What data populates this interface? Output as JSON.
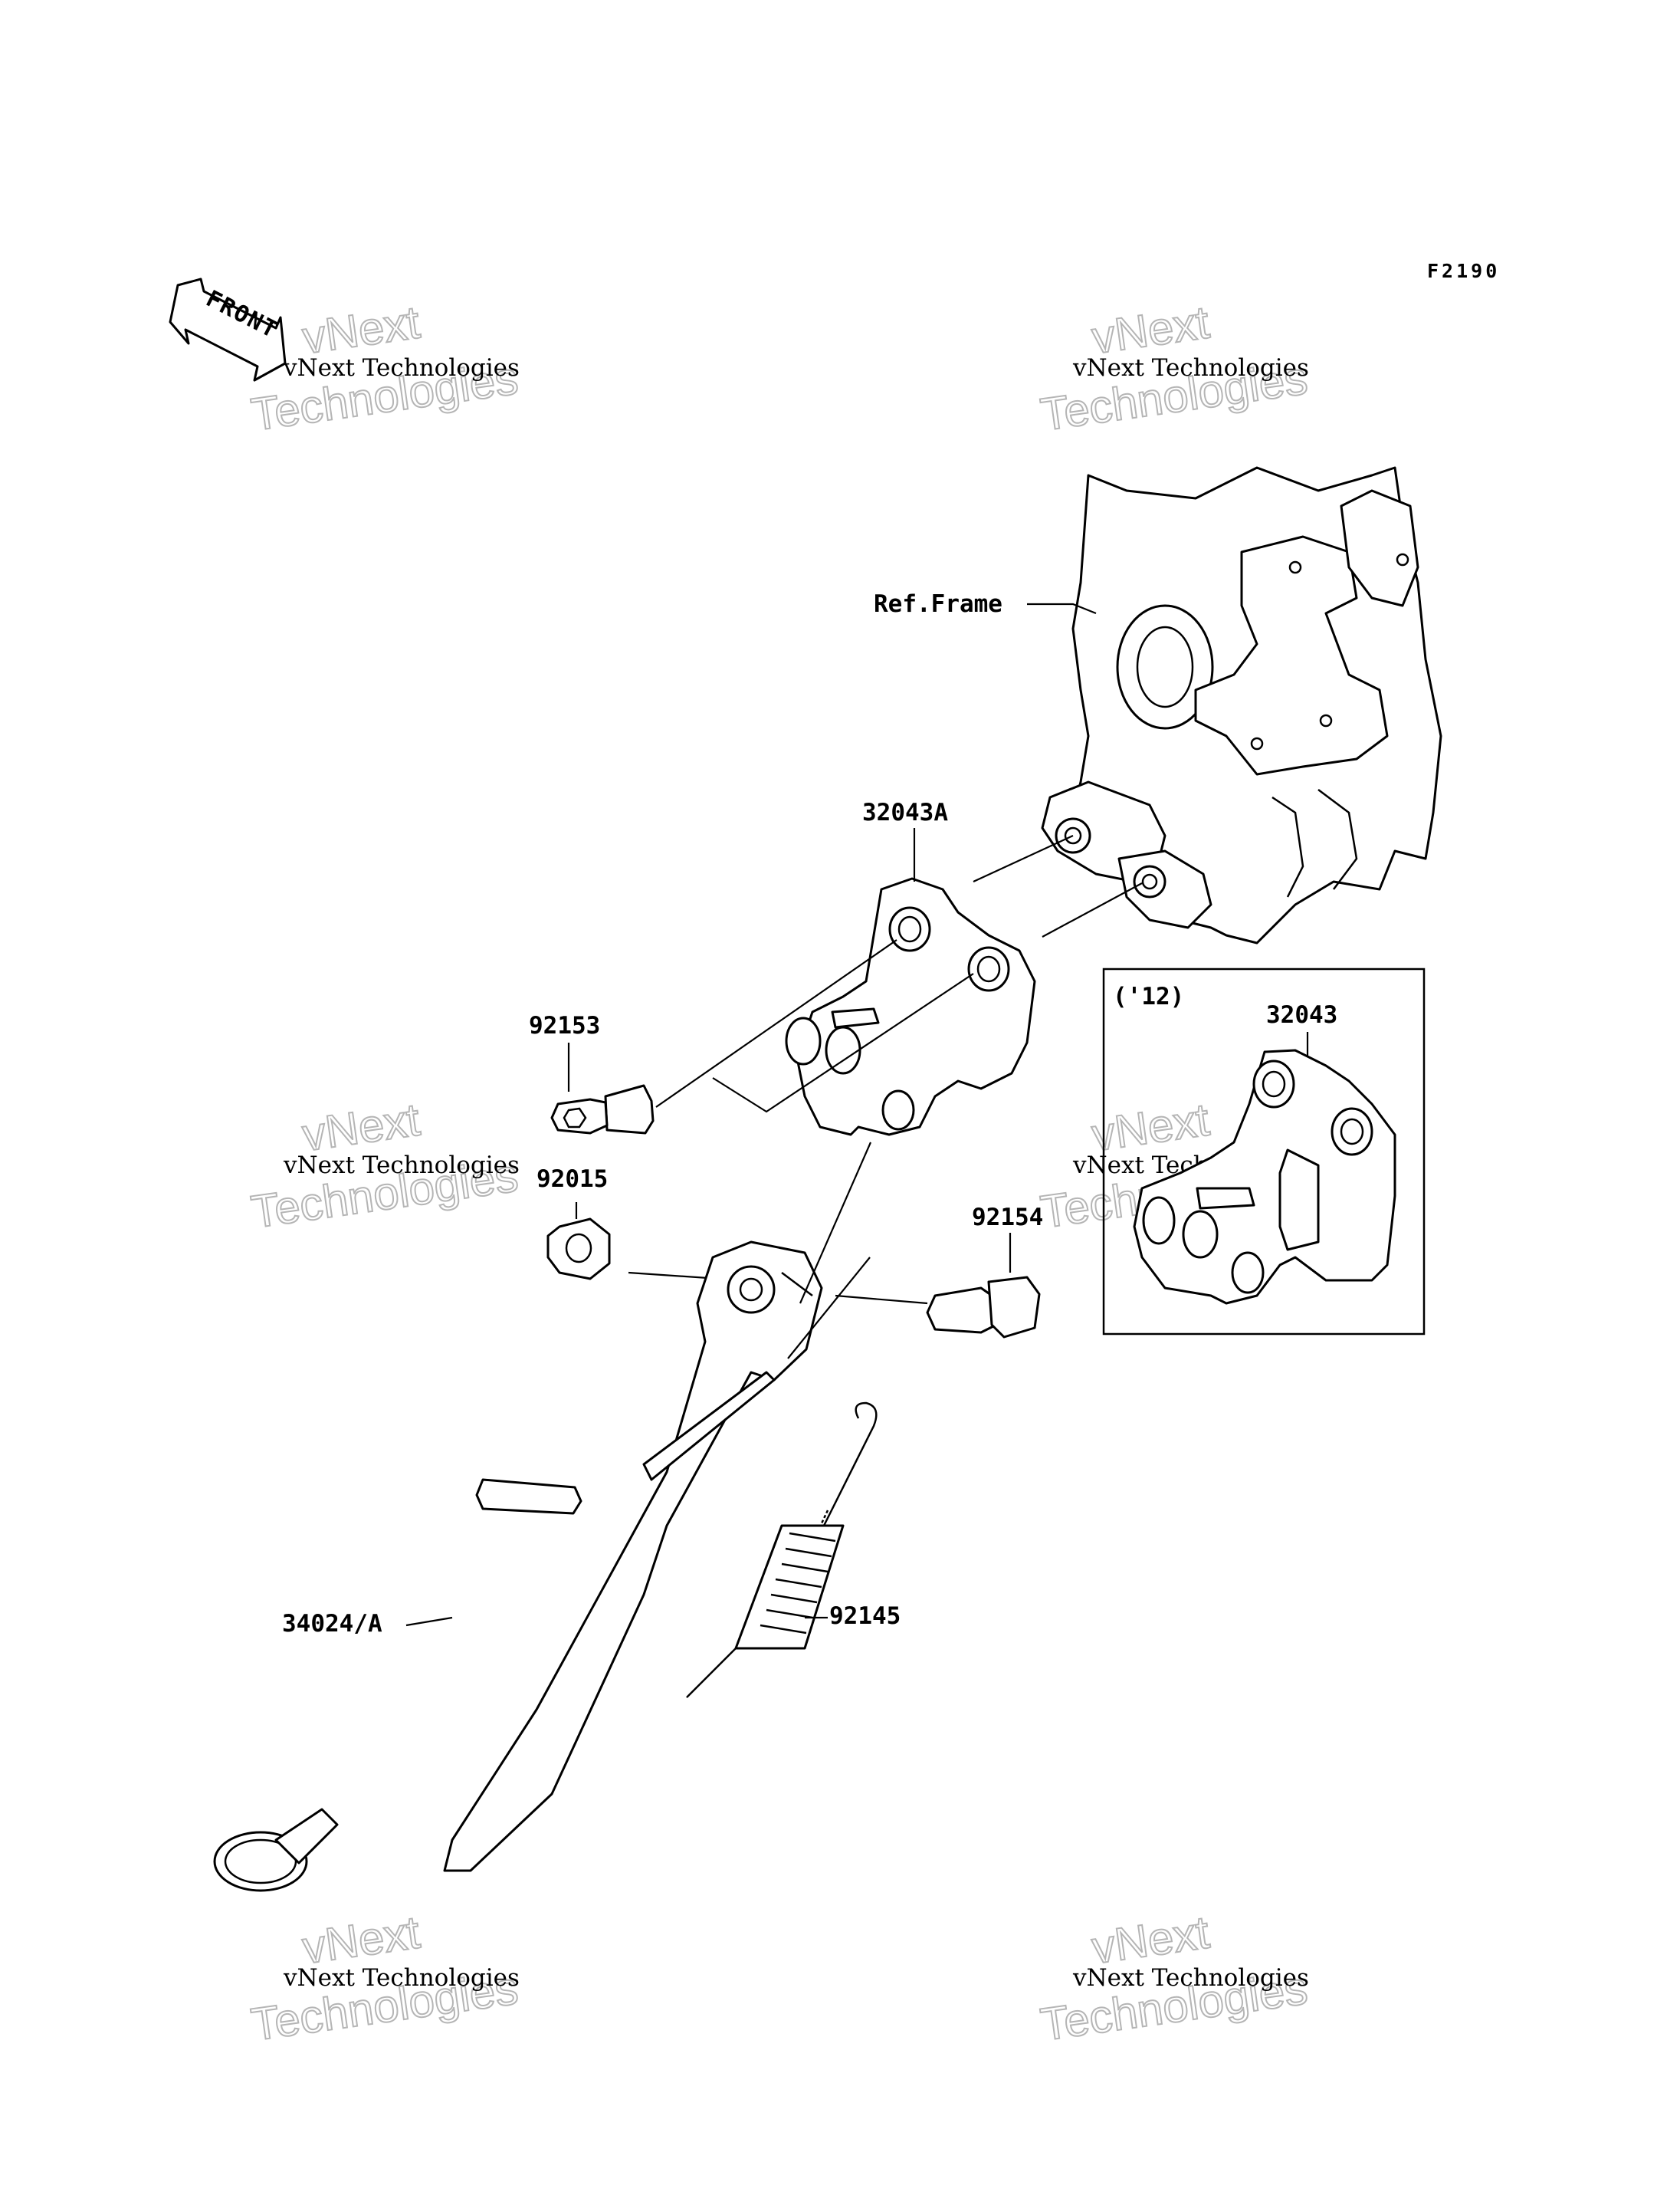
{
  "figure_code": "F2190",
  "front_arrow": {
    "label": "FRONT",
    "icon": "front-arrow-icon"
  },
  "watermark": {
    "caption": "vNext Technologies",
    "line1": "vNext",
    "line2": "Technologies"
  },
  "inset": {
    "title": "('12)"
  },
  "callouts": {
    "ref_frame": "Ref.Frame",
    "bracket_a": "32043A",
    "bracket": "32043",
    "bolt": "92153",
    "nut": "92015",
    "pivot_bolt": "92154",
    "stand": "34024/A",
    "spring": "92145"
  }
}
